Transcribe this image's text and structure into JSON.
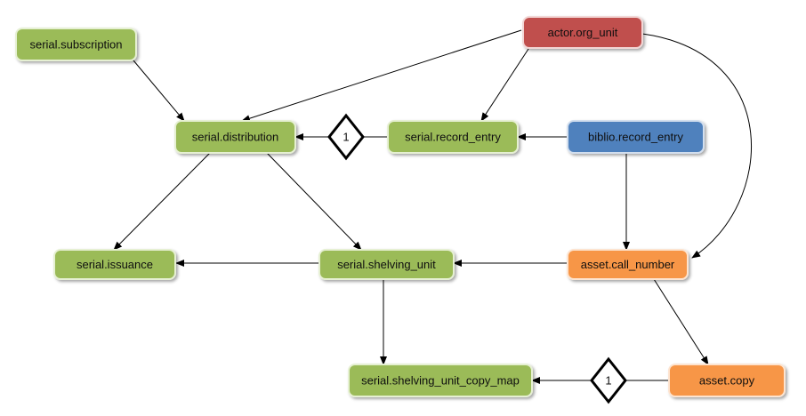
{
  "colors": {
    "green": "#9bbb59",
    "red": "#c0504d",
    "blue": "#4f81bd",
    "orange": "#f79646",
    "edge": "#000000"
  },
  "nodes": {
    "serial_subscription": "serial.subscription",
    "actor_org_unit": "actor.org_unit",
    "serial_distribution": "serial.distribution",
    "serial_record_entry": "serial.record_entry",
    "biblio_record_entry": "biblio.record_entry",
    "serial_issuance": "serial.issuance",
    "serial_shelving_unit": "serial.shelving_unit",
    "asset_call_number": "asset.call_number",
    "serial_shelving_unit_copy_map": "serial.shelving_unit_copy_map",
    "asset_copy": "asset.copy"
  },
  "diamonds": {
    "distribution_record_entry": "1",
    "copy_map_copy": "1"
  }
}
